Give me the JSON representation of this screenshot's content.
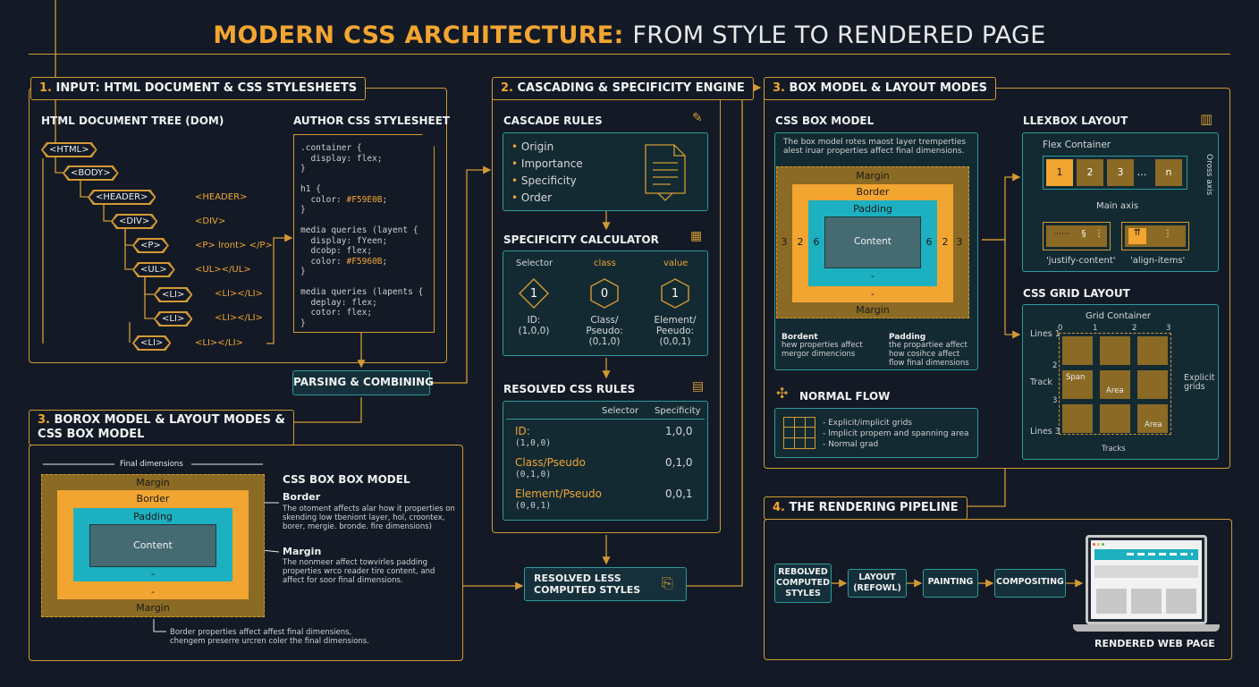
{
  "title": {
    "accent": "MODERN CSS ARCHITECTURE:",
    "rest": "FROM STYLE TO RENDERED PAGE"
  },
  "p1": {
    "num": "1.",
    "title": "INPUT: HTML DOCUMENT & CSS STYLESHEETS",
    "dom_label": "HTML DOCUMENT TREE (DOM)",
    "css_label": "AUTHOR CSS STYLESHEET",
    "nodes": [
      "<HTML>",
      "<BODY>",
      "<HEADER>",
      "<DIV>",
      "<P>",
      "<UL>",
      "<LI>",
      "<LI>",
      "<LI>"
    ],
    "notes": [
      "<HEADER>",
      "<DIV>",
      "<P> lront> </P>",
      "<UL></UL>",
      "<LI></LI>",
      "<LI></LI>",
      "<LI></LI>"
    ],
    "code": [
      ".container {",
      "  display: flex;",
      "}",
      "",
      "h1 {",
      "  color: #F59E0B;",
      "}",
      "",
      "media queries (layent {",
      "  display: fYeen;",
      "  dcobp: flex;",
      "  color: #F5960B;",
      "}",
      "",
      "media queries (lapents {",
      "  deplay: flex;",
      "  cotor: flex;",
      "}"
    ],
    "parse_btn": "PARSING & COMBINING"
  },
  "p2": {
    "num": "2.",
    "title": "CASCADING & SPECIFICITY ENGINE",
    "cascade_label": "CASCADE RULES",
    "cascade_items": [
      "Origin",
      "Importance",
      "Specificity",
      "Order"
    ],
    "calc_label": "SPECIFICITY CALCULATOR",
    "h_selector": "Selector",
    "h_class": "class",
    "h_value": "value",
    "g1": "1",
    "g2": "0",
    "g3": "1",
    "c1": "ID:\n(1,0,0)",
    "c2": "Class/\nPseudo:\n(0,1,0)",
    "c3": "Element/\nPeeudo:\n(0,0,1)",
    "resolved_label": "RESOLVED CSS RULES",
    "rh_selector": "Selector",
    "rh_spec": "Specificity",
    "rows": [
      {
        "a": "ID:",
        "b": "(1,0,0)",
        "v": "1,0,0"
      },
      {
        "a": "Class/Pseudo",
        "b": "(0,1,0)",
        "v": "0,1,0"
      },
      {
        "a": "Element/Pseudo",
        "b": "(0,0,1)",
        "v": "0,0,1"
      }
    ],
    "resolved_btn": [
      "RESOLVED LESS",
      "COMPUTED STYLES"
    ]
  },
  "p3": {
    "num": "3.",
    "title": "BOX MODEL & LAYOUT MODES",
    "box_label": "CSS BOX MODEL",
    "box_desc": "The box model rotes maost layer tremperties alest iruar properties affect final dimensions.",
    "margin": "Margin",
    "border": "Border",
    "padding": "Padding",
    "content": "Content",
    "dash": "-",
    "n3": "3",
    "n2": "2",
    "n6": "6",
    "note_a_t": "Bordent",
    "note_a": "hew properties affect mergor dimencions",
    "note_b_t": "Padding",
    "note_b": "the propartiee affect how cosihce affect flow final dimensions",
    "flex_label": "LLEXBOX LAYOUT",
    "flex_container": "Flex Container",
    "flex_items": [
      "1",
      "2",
      "3",
      "…",
      "n"
    ],
    "main_axis": "Main axis",
    "cross_axis": "Oross axis",
    "justify": "'justify-content'",
    "align": "'align-items'",
    "jb1": "⋯⋯",
    "jb2": "§",
    "jb3": "⋮",
    "ab1": "⇈",
    "ab2": "⋮",
    "grid_label": "CSS GRID LAYOUT",
    "grid_container": "Grid Container",
    "lines_top": "Lines 1",
    "lines_bot": "Lines 3",
    "track": "Track",
    "tracks": "Tracks",
    "explicit": "Explicit\ngrids",
    "col_nums": [
      "0",
      "1",
      "2",
      "3"
    ],
    "row_nums": [
      "2",
      "3"
    ],
    "span": "Span",
    "area": "Area",
    "area2": "Area",
    "flow_label": "NORMAL FLOW",
    "flow_items": [
      "- Explicit/implicit grids",
      "- lmplicit propem and spanning area",
      "- Normal grad"
    ]
  },
  "p3b": {
    "num": "3.",
    "title1": "BOROX MODEL & LAYOUT MODES &",
    "title2": "CSS BOX MODEL",
    "final_dim": "Final dimensions",
    "box_label": "CSS BOX BOX MODEL",
    "margin": "Margin",
    "border": "Border",
    "padding": "Padding",
    "content": "Content",
    "dash": "-",
    "b_t": "Border",
    "b_d": "The otoment affects alar how it properties on skending low tbeniont layer, hol, croontex, borer, mergie. bronde. fire dimensions)",
    "m_t": "Margin",
    "m_d": "The nonmeer affect towvirles padding properties wrco reader tire content, and affect for soor final dimensions.",
    "foot": "Border properties affect affest final dimensiens, chengem preserre urcren coler the final dimensions."
  },
  "p4": {
    "num": "4.",
    "title": "THE RENDERING PIPELINE",
    "steps": [
      [
        "REBOLVED",
        "COMPUTED",
        "STYLES"
      ],
      [
        "LAYOUT",
        "(REFOWL)"
      ],
      [
        "PAINTING"
      ],
      [
        "COMPOSITING"
      ]
    ],
    "render_label": "RENDERED WEB PAGE"
  },
  "colors": {
    "orange": "#f2a531",
    "gold": "#d39a33",
    "teal": "#2aa6b0",
    "bg": "#131a26"
  }
}
